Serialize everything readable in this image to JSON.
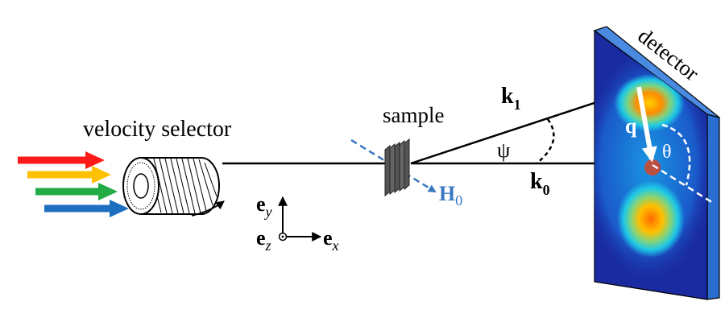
{
  "labels": {
    "velocity_selector": "velocity selector",
    "sample": "sample",
    "detector": "detector",
    "k1_main": "k",
    "k1_sub": "1",
    "k0_main": "k",
    "k0_sub": "0",
    "psi": "ψ",
    "q": "q",
    "theta": "θ",
    "h0_main": "H",
    "h0_sub": "0",
    "ey_main": "e",
    "ey_sub": "y",
    "ez_main": "e",
    "ez_sub": "z",
    "ex_main": "e",
    "ex_sub": "x"
  },
  "colors": {
    "beam_red": "#ff1a1a",
    "beam_yellow": "#ffc000",
    "beam_green": "#22aa44",
    "beam_blue": "#1f6fc0",
    "field": "#3a78c0",
    "detector_blue": "#1a2aa0",
    "detector_edge": "#2a6cd0"
  },
  "icons": [
    "velocity-selector-icon",
    "sample-plates-icon",
    "detector-screen-icon"
  ]
}
